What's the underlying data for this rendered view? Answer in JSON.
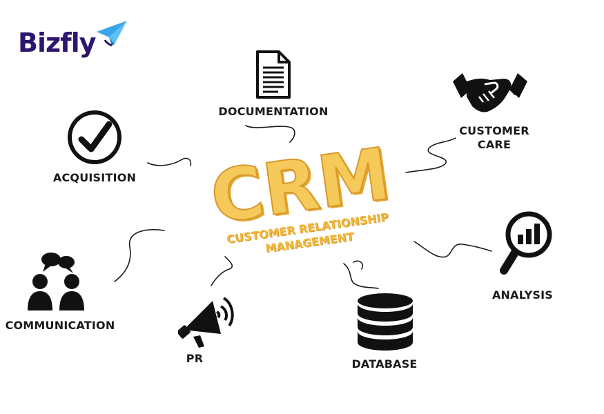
{
  "brand": {
    "name": "Bizfly",
    "accent": "#2d1670",
    "plane_color": "#3aa6e8"
  },
  "center": {
    "title": "CRM",
    "subtitle_line1": "CUSTOMER RELATIONSHIP",
    "subtitle_line2": "MANAGEMENT",
    "color": "#f5c95a"
  },
  "nodes": {
    "documentation": {
      "label": "DOCUMENTATION",
      "icon": "document-icon"
    },
    "customer_care": {
      "label_line1": "CUSTOMER",
      "label_line2": "CARE",
      "icon": "handshake-icon"
    },
    "acquisition": {
      "label": "ACQUISITION",
      "icon": "checkmark-circle-icon"
    },
    "analysis": {
      "label": "ANALYSIS",
      "icon": "magnifier-chart-icon"
    },
    "communication": {
      "label": "COMMUNICATION",
      "icon": "people-chat-icon"
    },
    "pr": {
      "label": "PR",
      "icon": "megaphone-icon"
    },
    "database": {
      "label": "DATABASE",
      "icon": "database-icon"
    }
  }
}
